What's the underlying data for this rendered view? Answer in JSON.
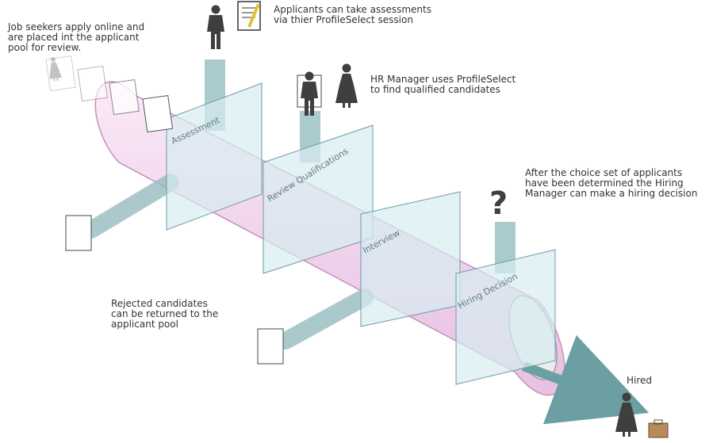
{
  "annotations": {
    "job_seekers": "Job seekers apply online and\nare placed int the applicant\npool for review.",
    "assessments": "Applicants can take assessments\nvia thier ProfileSelect session",
    "hr_manager": "HR Manager uses ProfileSelect\nto find qualified candidates",
    "hiring_decision": "After the choice set of applicants\nhave been determined the Hiring\nManager can make a hiring decision",
    "rejected": "Rejected candidates\ncan be returned to the\napplicant pool",
    "hired": "Hired"
  },
  "stages": [
    {
      "label": "Assessment"
    },
    {
      "label": "Review Qualifications"
    },
    {
      "label": "Interview"
    },
    {
      "label": "Hiring Decision"
    }
  ],
  "glyphs": {
    "question_mark": "?"
  },
  "colors": {
    "tube_fill": "#f3dcef",
    "tube_stroke": "#c78fbc",
    "panel_fill": "#d7ecf1",
    "panel_stroke": "#6f9aa6",
    "arrow": "#6c9fa3",
    "person": "#3f3f3f",
    "card": "#ffffff"
  }
}
